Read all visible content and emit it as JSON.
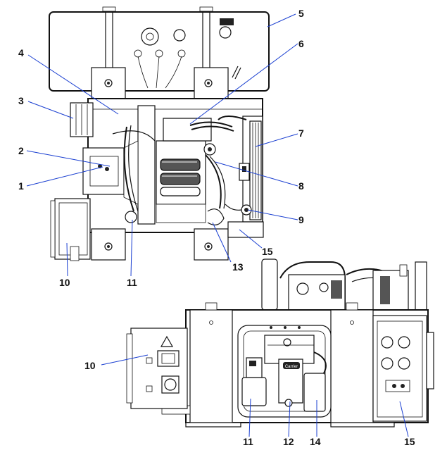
{
  "callouts_top": [
    {
      "id": "c5",
      "label": "5"
    },
    {
      "id": "c6",
      "label": "6"
    },
    {
      "id": "c4",
      "label": "4"
    },
    {
      "id": "c3",
      "label": "3"
    },
    {
      "id": "c7",
      "label": "7"
    },
    {
      "id": "c2",
      "label": "2"
    },
    {
      "id": "c1",
      "label": "1"
    },
    {
      "id": "c8",
      "label": "8"
    },
    {
      "id": "c9",
      "label": "9"
    },
    {
      "id": "c15a",
      "label": "15"
    },
    {
      "id": "c13",
      "label": "13"
    },
    {
      "id": "c10a",
      "label": "10"
    },
    {
      "id": "c11a",
      "label": "11"
    }
  ],
  "callouts_side": [
    {
      "id": "c10b",
      "label": "10"
    },
    {
      "id": "c11b",
      "label": "11"
    },
    {
      "id": "c12",
      "label": "12"
    },
    {
      "id": "c14",
      "label": "14"
    },
    {
      "id": "c15b",
      "label": "15"
    }
  ],
  "colors": {
    "leader": "#1a3fd1",
    "line": "#111111",
    "text": "#111111"
  },
  "brand_plate": "Carrier"
}
